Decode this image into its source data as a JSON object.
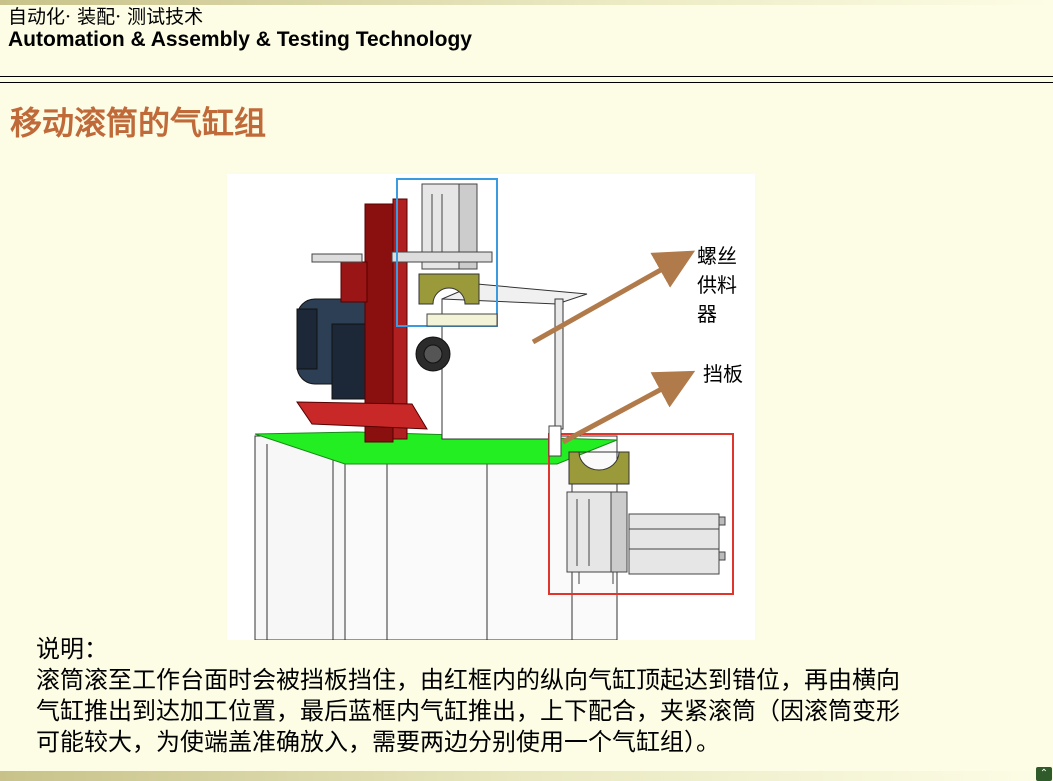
{
  "header": {
    "title_cn": "自动化· 装配· 测试技术",
    "title_en": "Automation & Assembly & Testing Technology"
  },
  "slide": {
    "title": "移动滚筒的气缸组"
  },
  "figure": {
    "callouts": {
      "screw_feeder": "螺丝供料器",
      "baffle": "挡板"
    },
    "colors": {
      "red_frame": "#e0352b",
      "blue_frame": "#3a9be0",
      "arrow": "#b07a4a",
      "table_top": "#22ee22",
      "column": "#8a1010",
      "clamp": "#9a9a3a"
    }
  },
  "description": {
    "label": "说明：",
    "lines": [
      "滚筒滚至工作台面时会被挡板挡住，由红框内的纵向气缸顶起达到错位，再由横向",
      "气缸推出到达加工位置，最后蓝框内气缸推出，上下配合，夹紧滚筒（因滚筒变形",
      "可能较大，为使端盖准确放入，需要两边分别使用一个气缸组）。"
    ]
  },
  "nav": {
    "icon": "chevron-up-icon",
    "glyph": "⌃"
  }
}
